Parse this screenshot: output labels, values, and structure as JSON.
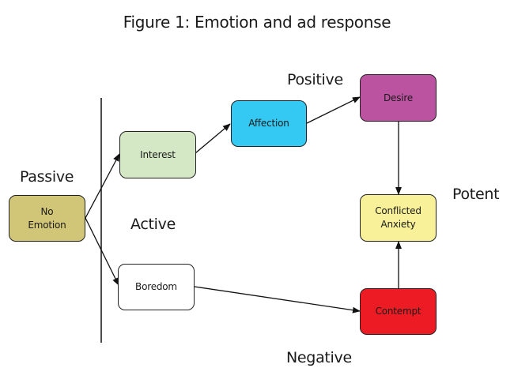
{
  "title": "Figure 1: Emotion and ad response",
  "regions": {
    "passive": "Passive",
    "active": "Active",
    "positive": "Positive",
    "negative": "Negative",
    "potent": "Potent"
  },
  "nodes": {
    "no_emotion": {
      "label": "No\nEmotion",
      "color": "#d1c677"
    },
    "interest": {
      "label": "Interest",
      "color": "#d5e8c5"
    },
    "boredom": {
      "label": "Boredom",
      "color": "#ffffff"
    },
    "affection": {
      "label": "Affection",
      "color": "#33c9f2"
    },
    "desire": {
      "label": "Desire",
      "color": "#bc53a0"
    },
    "conflicted_anxiety": {
      "label": "Conflicted\nAnxiety",
      "color": "#f8f199"
    },
    "contempt": {
      "label": "Contempt",
      "color": "#ed1c24"
    }
  },
  "edges": [
    {
      "from": "no_emotion",
      "to": "interest"
    },
    {
      "from": "no_emotion",
      "to": "boredom"
    },
    {
      "from": "interest",
      "to": "affection"
    },
    {
      "from": "affection",
      "to": "desire"
    },
    {
      "from": "desire",
      "to": "conflicted_anxiety"
    },
    {
      "from": "boredom",
      "to": "contempt"
    },
    {
      "from": "contempt",
      "to": "conflicted_anxiety"
    }
  ]
}
